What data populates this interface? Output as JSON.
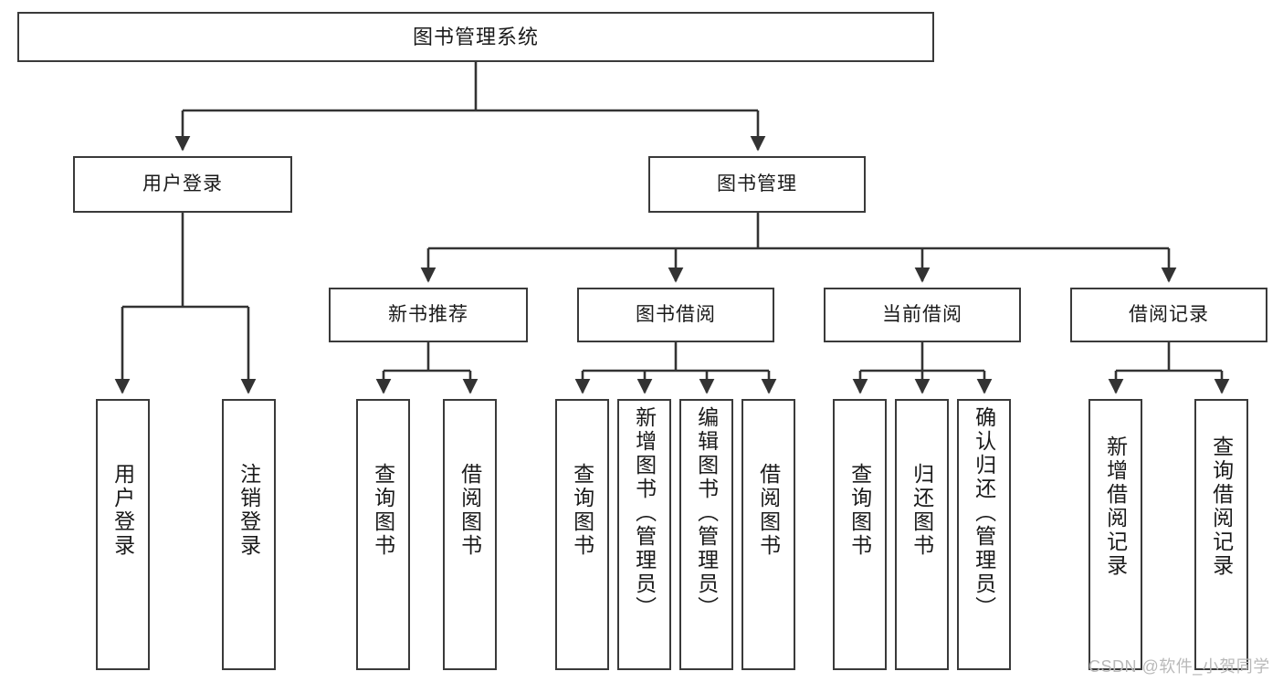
{
  "diagram": {
    "title": "图书管理系统",
    "type": "functional-structure-tree",
    "watermark": "CSDN @软件_小贺同学",
    "colors": {
      "node_border": "#3a3a3a",
      "node_fill": "#ffffff",
      "edge": "#333333",
      "text": "#1a1a1a",
      "watermark": "#b9b9b9",
      "background": "#ffffff"
    },
    "levels": {
      "root": "图书管理系统",
      "level1": [
        "用户登录",
        "图书管理"
      ],
      "level2": [
        "新书推荐",
        "图书借阅",
        "当前借阅",
        "借阅记录"
      ],
      "level3": [
        "用户登录",
        "注销登录",
        "查询图书",
        "借阅图书",
        "查询图书",
        "新增图书（管理员）",
        "编辑图书（管理员）",
        "借阅图书",
        "查询图书",
        "归还图书",
        "确认归还（管理员）",
        "新增借阅记录",
        "查询借阅记录"
      ]
    },
    "nodes": {
      "root": {
        "id": "root",
        "label": "图书管理系统"
      },
      "n_user_login": {
        "id": "n_user_login",
        "label": "用户登录"
      },
      "n_book_mgmt": {
        "id": "n_book_mgmt",
        "label": "图书管理"
      },
      "n_new_book": {
        "id": "n_new_book",
        "label": "新书推荐"
      },
      "n_borrow": {
        "id": "n_borrow",
        "label": "图书借阅"
      },
      "n_current": {
        "id": "n_current",
        "label": "当前借阅"
      },
      "n_record": {
        "id": "n_record",
        "label": "借阅记录"
      },
      "l_user_login": {
        "id": "l_user_login",
        "label": "用户登录"
      },
      "l_logout": {
        "id": "l_logout",
        "label": "注销登录"
      },
      "l_query_book_1": {
        "id": "l_query_book_1",
        "label": "查询图书"
      },
      "l_borrow_book_1": {
        "id": "l_borrow_book_1",
        "label": "借阅图书"
      },
      "l_query_book_2": {
        "id": "l_query_book_2",
        "label": "查询图书"
      },
      "l_add_book": {
        "id": "l_add_book",
        "label": "新增图书（管理员）"
      },
      "l_edit_book": {
        "id": "l_edit_book",
        "label": "编辑图书（管理员）"
      },
      "l_borrow_book_2": {
        "id": "l_borrow_book_2",
        "label": "借阅图书"
      },
      "l_query_book_3": {
        "id": "l_query_book_3",
        "label": "查询图书"
      },
      "l_return_book": {
        "id": "l_return_book",
        "label": "归还图书"
      },
      "l_confirm_return": {
        "id": "l_confirm_return",
        "label": "确认归还（管理员）"
      },
      "l_add_record": {
        "id": "l_add_record",
        "label": "新增借阅记录"
      },
      "l_query_record": {
        "id": "l_query_record",
        "label": "查询借阅记录"
      }
    },
    "edges": [
      {
        "from": "root",
        "to": "n_user_login"
      },
      {
        "from": "root",
        "to": "n_book_mgmt"
      },
      {
        "from": "n_user_login",
        "to": "l_user_login"
      },
      {
        "from": "n_user_login",
        "to": "l_logout"
      },
      {
        "from": "n_book_mgmt",
        "to": "n_new_book"
      },
      {
        "from": "n_book_mgmt",
        "to": "n_borrow"
      },
      {
        "from": "n_book_mgmt",
        "to": "n_current"
      },
      {
        "from": "n_book_mgmt",
        "to": "n_record"
      },
      {
        "from": "n_new_book",
        "to": "l_query_book_1"
      },
      {
        "from": "n_new_book",
        "to": "l_borrow_book_1"
      },
      {
        "from": "n_borrow",
        "to": "l_query_book_2"
      },
      {
        "from": "n_borrow",
        "to": "l_add_book"
      },
      {
        "from": "n_borrow",
        "to": "l_edit_book"
      },
      {
        "from": "n_borrow",
        "to": "l_borrow_book_2"
      },
      {
        "from": "n_current",
        "to": "l_query_book_3"
      },
      {
        "from": "n_current",
        "to": "l_return_book"
      },
      {
        "from": "n_current",
        "to": "l_confirm_return"
      },
      {
        "from": "n_record",
        "to": "l_add_record"
      },
      {
        "from": "n_record",
        "to": "l_query_record"
      }
    ]
  }
}
